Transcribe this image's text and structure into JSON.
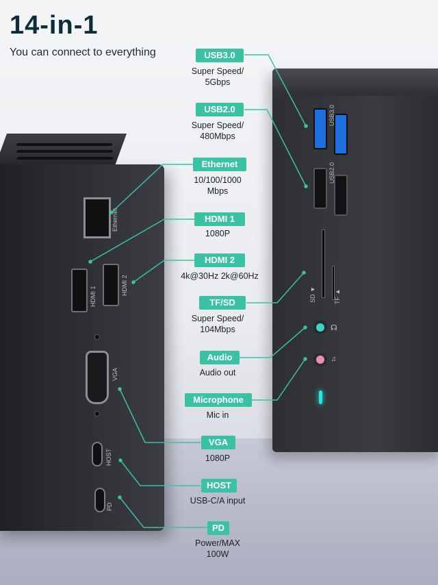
{
  "header": {
    "title": "14-in-1",
    "subtitle": "You can connect to everything"
  },
  "colors": {
    "accent": "#3bc1a4",
    "title": "#0d2d3a",
    "usb3_blue": "#1d6fe0",
    "led": "#26e6df"
  },
  "features": [
    {
      "name": "USB3.0",
      "desc1": "Super Speed/",
      "desc2": "5Gbps"
    },
    {
      "name": "USB2.0",
      "desc1": "Super Speed/",
      "desc2": "480Mbps"
    },
    {
      "name": "Ethernet",
      "desc1": "10/100/1000",
      "desc2": "Mbps"
    },
    {
      "name": "HDMI 1",
      "desc1": "1080P",
      "desc2": ""
    },
    {
      "name": "HDMI 2",
      "desc1": "4k@30Hz 2k@60Hz",
      "desc2": ""
    },
    {
      "name": "TF/SD",
      "desc1": "Super Speed/",
      "desc2": "104Mbps"
    },
    {
      "name": "Audio",
      "desc1": "Audio out",
      "desc2": ""
    },
    {
      "name": "Microphone",
      "desc1": "Mic in",
      "desc2": ""
    },
    {
      "name": "VGA",
      "desc1": "1080P",
      "desc2": ""
    },
    {
      "name": "HOST",
      "desc1": "USB-C/A input",
      "desc2": ""
    },
    {
      "name": "PD",
      "desc1": "Power/MAX",
      "desc2": "100W"
    }
  ],
  "device_markings": {
    "usb3": "USB3.0",
    "usb2": "USB2.0",
    "ethernet": "Ethernet",
    "hdmi1": "HDMI 1",
    "hdmi2": "HDMI 2",
    "sd": "SD ▼",
    "tf": "TF ▲",
    "vga": "VGA",
    "host": "HOST",
    "pd": "PD"
  }
}
